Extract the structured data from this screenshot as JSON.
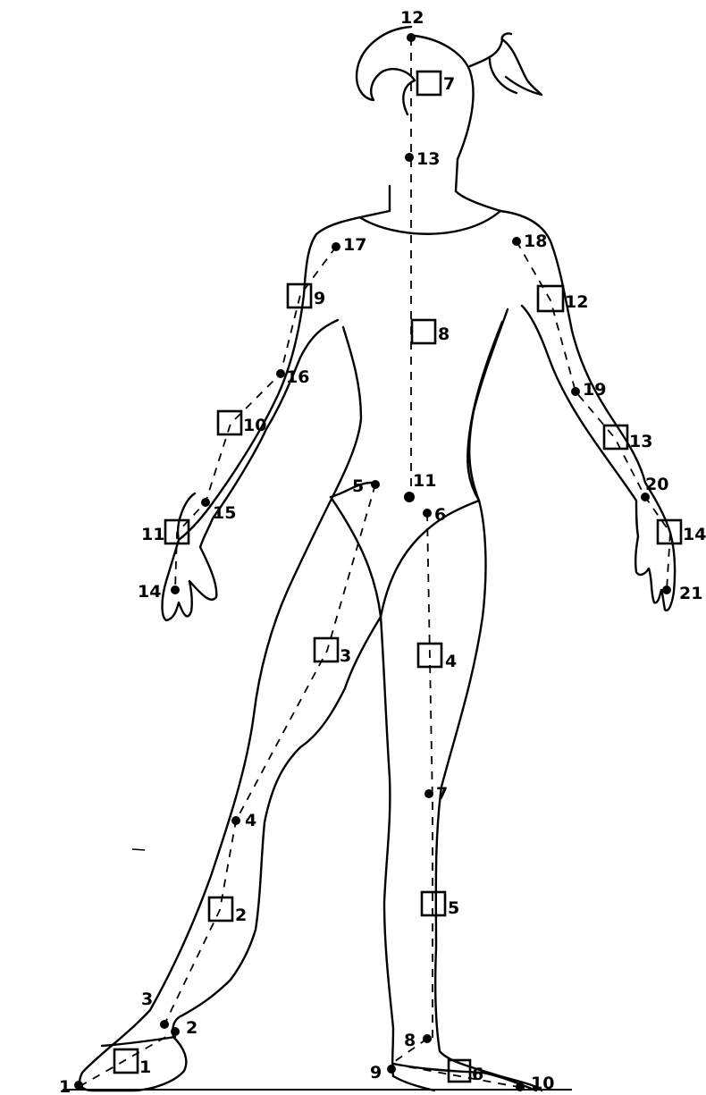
{
  "joints": [
    {
      "label": "1"
    },
    {
      "label": "2"
    },
    {
      "label": "3"
    },
    {
      "label": "4"
    },
    {
      "label": "5"
    },
    {
      "label": "6"
    },
    {
      "label": "7"
    },
    {
      "label": "8"
    },
    {
      "label": "9"
    },
    {
      "label": "10"
    },
    {
      "label": "11"
    },
    {
      "label": "12"
    },
    {
      "label": "13"
    },
    {
      "label": "14"
    },
    {
      "label": "15"
    },
    {
      "label": "16"
    },
    {
      "label": "17"
    },
    {
      "label": "18"
    },
    {
      "label": "19"
    },
    {
      "label": "20"
    },
    {
      "label": "21"
    }
  ],
  "segments": [
    {
      "label": "1"
    },
    {
      "label": "2"
    },
    {
      "label": "3"
    },
    {
      "label": "4"
    },
    {
      "label": "5"
    },
    {
      "label": "6"
    },
    {
      "label": "7"
    },
    {
      "label": "8"
    },
    {
      "label": "9"
    },
    {
      "label": "10"
    },
    {
      "label": "11"
    },
    {
      "label": "12"
    },
    {
      "label": "13"
    },
    {
      "label": "14"
    }
  ]
}
